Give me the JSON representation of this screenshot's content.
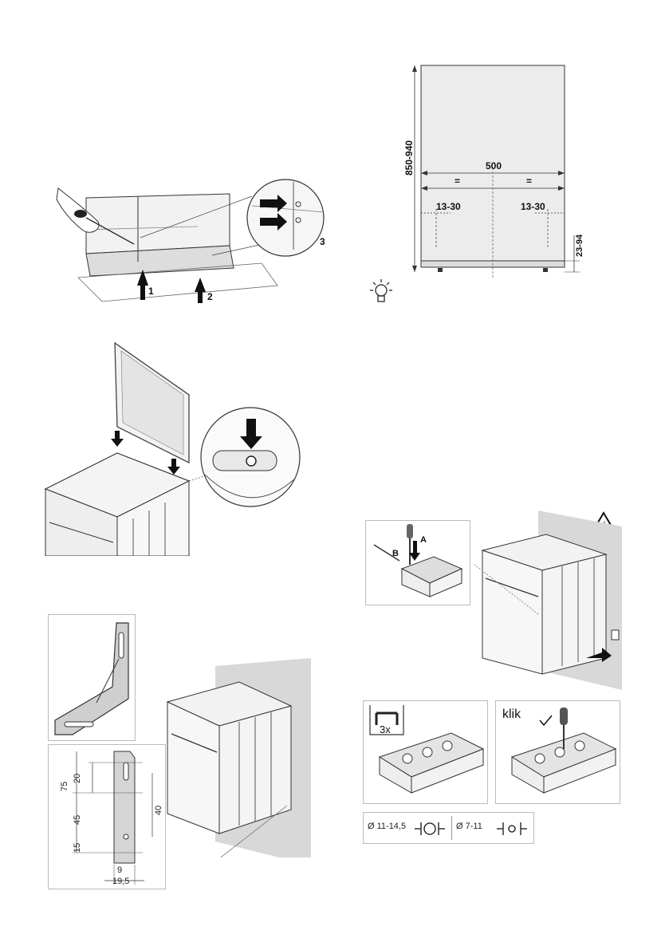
{
  "figure_tl": {
    "step1": "1",
    "step2": "2",
    "step3": "3"
  },
  "figure_tr": {
    "height_label": "850-940",
    "width_label": "500",
    "equal_left": "=",
    "equal_right": "=",
    "offset_left": "13-30",
    "offset_right": "13-30",
    "foot_label": "23-94"
  },
  "figure_bl": {
    "dim_75": "75",
    "dim_20": "20",
    "dim_45": "45",
    "dim_15": "15",
    "dim_40": "40",
    "dim_9": "9",
    "dim_19_5": "19,5"
  },
  "figure_br": {
    "label_a": "A",
    "label_b": "B",
    "count": "3x",
    "klik": "klik",
    "cable_large": "Ø 11-14,5",
    "cable_small": "Ø 7-11"
  }
}
